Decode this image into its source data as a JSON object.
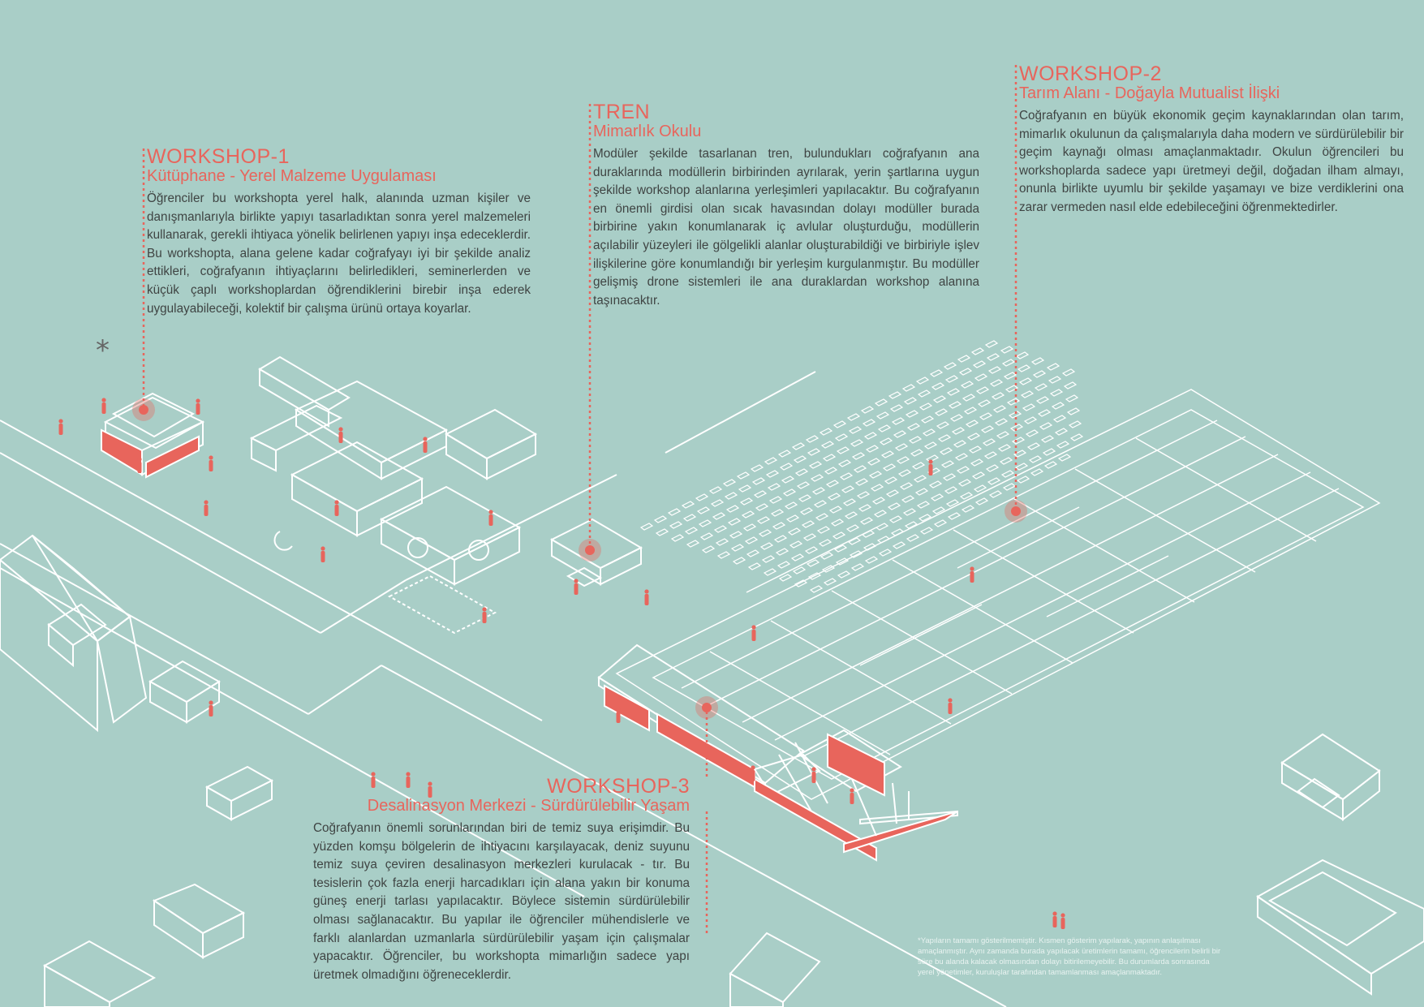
{
  "workshops": {
    "ws1": {
      "title": "WORKSHOP-1",
      "subtitle": "Kütüphane - Yerel Malzeme Uygulaması",
      "body": "Öğrenciler bu workshopta yerel halk, alanında uzman kişiler ve danışmanlarıyla birlikte yapıyı tasarladıktan sonra yerel malzemeleri kullanarak, gerekli ihtiyaca yönelik belirlenen yapıyı inşa edeceklerdir. Bu workshopta, alana gelene kadar coğrafyayı iyi bir şekilde analiz ettikleri, coğrafyanın ihtiyaçlarını belirledikleri, seminerlerden ve küçük çaplı workshoplardan öğrendiklerini birebir inşa ederek uygulayabileceği, kolektif bir çalışma ürünü ortaya koyarlar."
    },
    "tren": {
      "title": "TREN",
      "subtitle": "Mimarlık Okulu",
      "body": "Modüler şekilde tasarlanan tren, bulundukları coğrafyanın ana duraklarında modüllerin birbirinden ayrılarak, yerin şartlarına uygun şekilde workshop alanlarına yerleşimleri yapılacaktır. Bu coğrafyanın en önemli girdisi olan sıcak havasından dolayı modüller burada birbirine yakın konumlanarak iç avlular oluşturduğu, modüllerin açılabilir yüzeyleri ile gölgelikli alanlar oluşturabildiği ve birbiriyle işlev ilişkilerine göre konumlandığı bir yerleşim kurgulanmıştır. Bu modüller gelişmiş drone sistemleri ile ana duraklardan workshop alanına taşınacaktır."
    },
    "ws2": {
      "title": "WORKSHOP-2",
      "subtitle": "Tarım Alanı - Doğayla Mutualist İlişki",
      "body": "Coğrafyanın en büyük ekonomik geçim kaynaklarından olan tarım, mimarlık okulunun da çalışmalarıyla daha modern ve sürdürülebilir bir geçim kaynağı olması amaçlanmaktadır. Okulun öğrencileri bu workshoplarda sadece yapı üretmeyi değil, doğadan ilham almayı, onunla birlikte uyumlu bir şekilde yaşamayı ve bize verdiklerini ona zarar vermeden nasıl elde edebileceğini öğrenmektedirler."
    },
    "ws3": {
      "title": "WORKSHOP-3",
      "subtitle": "Desalinasyon Merkezi - Sürdürülebilir Yaşam",
      "body": "Coğrafyanın önemli sorunlarından biri de temiz suya erişimdir. Bu yüzden komşu bölgelerin de ihtiyacını karşılayacak, deniz suyunu temiz suya çeviren desalinasyon merkezleri kurulacak - tır. Bu tesislerin çok fazla enerji harcadıkları için alana yakın bir konuma güneş enerji tarlası yapılacaktır. Böylece sistemin sürdürülebilir olması sağlanacaktır. Bu yapılar ile öğrenciler mühendislerle ve farklı alanlardan uzmanlarla sürdürülebilir yaşam için çalışmalar yapacaktır. Öğrenciler, bu workshopta mimarlığın sadece yapı üretmek olmadığını öğreneceklerdir."
    }
  },
  "asterisk": "*",
  "footnote": "*Yapıların tamamı gösterilmemiştir. Kısmen gösterim yapılarak, yapının anlaşılması amaçlanmıştır. Aynı zamanda burada yapılacak üretimlerin tamamı, öğrencilerin belirli bir süre bu alanda kalacak olmasından dolayı bitirilemeyebilir. Bu durumlarda sonrasında yerel yönetimler, kuruluşlar tarafından tamamlanması amaçlanmaktadır.",
  "colors": {
    "background": "#a9cec7",
    "accent": "#e8655c",
    "line": "#ffffff",
    "text": "#3f4443"
  }
}
